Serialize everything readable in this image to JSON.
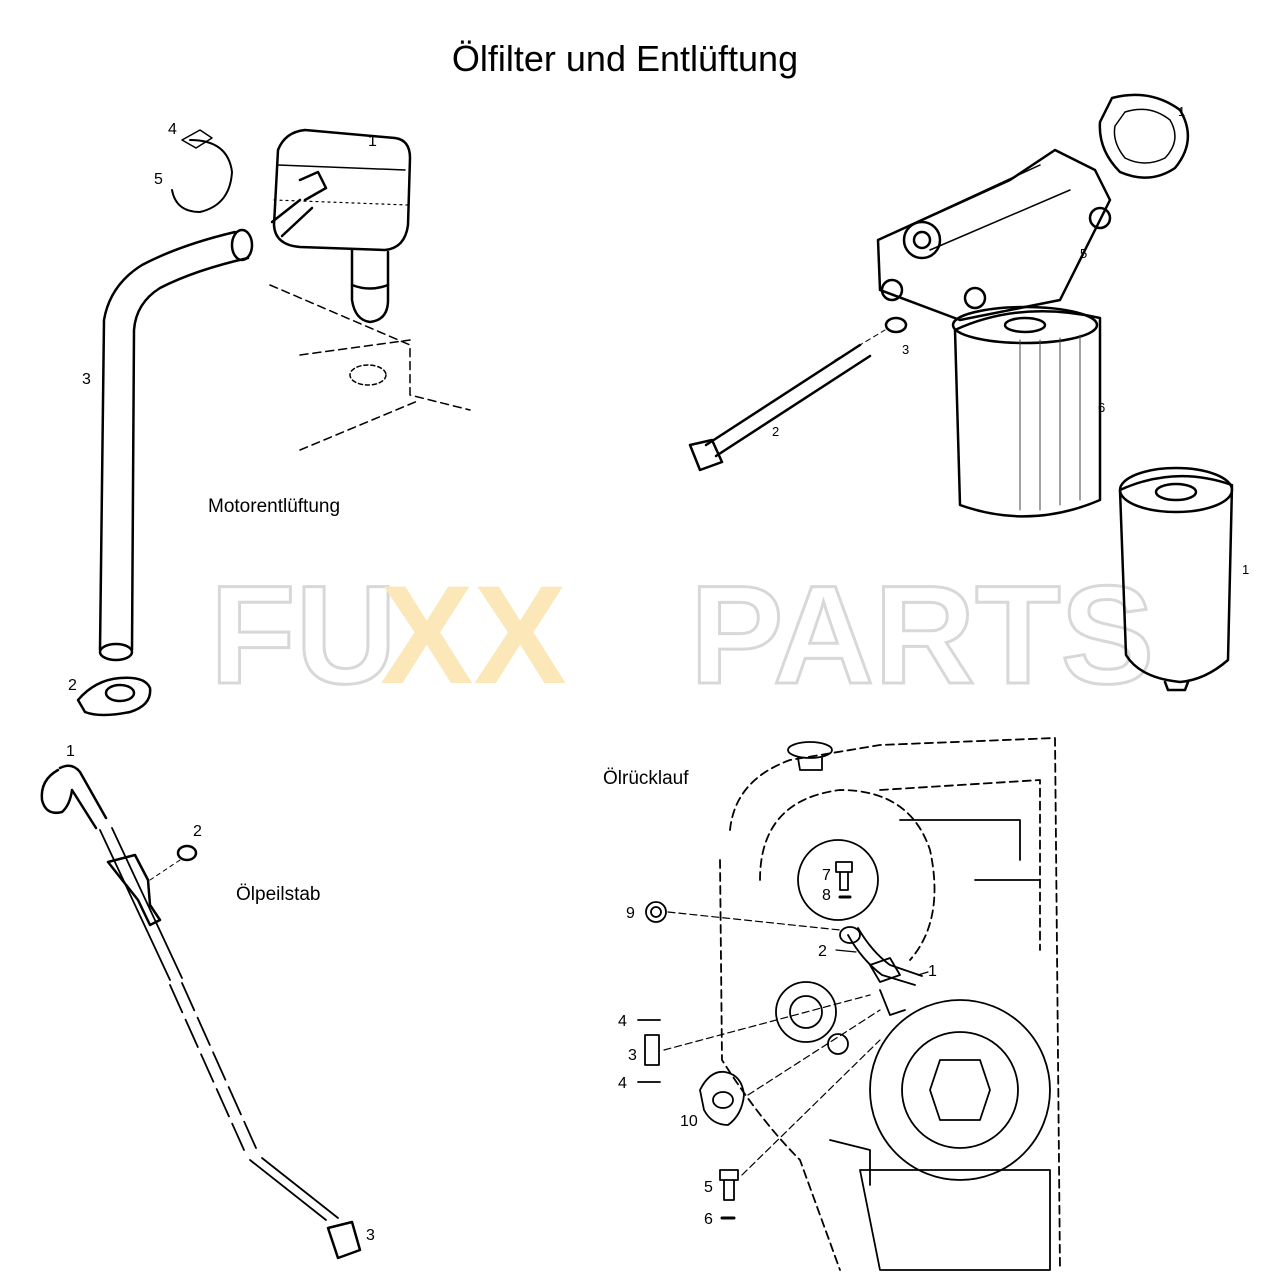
{
  "title": "Ölfilter und Entlüftung",
  "watermark": {
    "left": "FU",
    "middle": "XX",
    "right": "PARTS",
    "colors": {
      "outline": "#d8d8d8",
      "x": "#fbe7b8"
    }
  },
  "sections": {
    "breather": "Motorentlüftung",
    "dipstick": "Ölpeilstab",
    "return": "Ölrücklauf"
  },
  "callouts": {
    "breather": [
      "1",
      "2",
      "3",
      "4",
      "5"
    ],
    "filter": [
      "1",
      "2",
      "3",
      "5",
      "6",
      "1"
    ],
    "dipstick": [
      "1",
      "2",
      "3"
    ],
    "return": [
      "7",
      "8",
      "9",
      "2",
      "1",
      "4",
      "3",
      "4",
      "10",
      "5",
      "6"
    ]
  }
}
